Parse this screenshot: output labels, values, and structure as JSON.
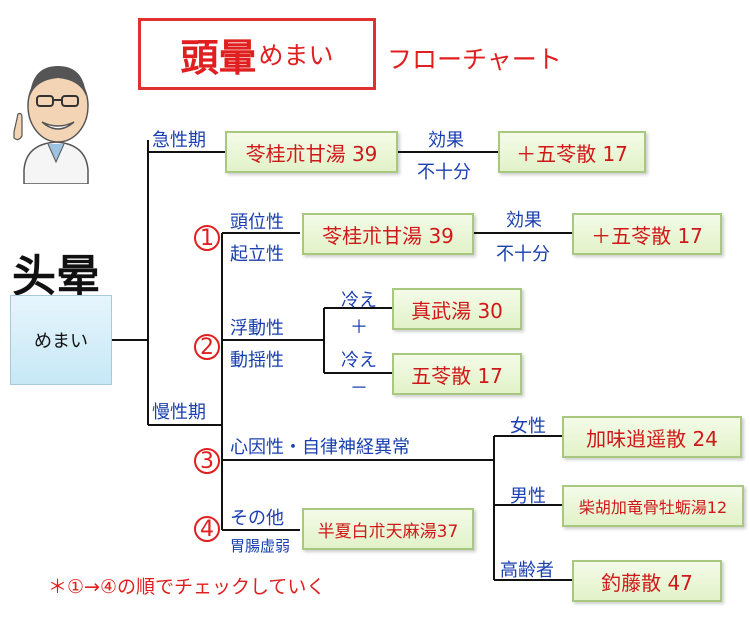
{
  "title": {
    "main": "頭暈",
    "sub": "めまい",
    "flow": "フローチャート"
  },
  "side_title": "头晕",
  "root": {
    "label": "めまい"
  },
  "branches": {
    "acute": {
      "label": "急性期",
      "box1": "苓桂朮甘湯 39",
      "effect_top": "効果",
      "effect_bottom": "不十分",
      "box2": "＋五苓散 17"
    },
    "chronic": {
      "label": "慢性期"
    }
  },
  "items": {
    "i1": {
      "num": "1",
      "label_top": "頭位性",
      "label_bottom": "起立性",
      "box1": "苓桂朮甘湯 39",
      "effect_top": "効果",
      "effect_bottom": "不十分",
      "box2": "＋五苓散 17"
    },
    "i2": {
      "num": "2",
      "label_top": "浮動性",
      "label_bottom": "動揺性",
      "upper_top": "冷え",
      "upper_bottom": "＋",
      "upper_box": "真武湯 30",
      "lower_top": "冷え",
      "lower_bottom": "－",
      "lower_box": "五苓散 17"
    },
    "i3": {
      "num": "3",
      "label": "心因性・自律神経異常",
      "female_label": "女性",
      "female_box": "加味逍遥散 24",
      "male_label": "男性",
      "male_box": "柴胡加竜骨牡蛎湯12",
      "elderly_label": "高齢者",
      "elderly_box": "釣藤散 47"
    },
    "i4": {
      "num": "4",
      "label_top": "その他",
      "label_bottom": "胃腸虚弱",
      "box": "半夏白朮天麻湯37"
    }
  },
  "footnote": "＊①→④の順でチェックしていく",
  "colors": {
    "red": "#e02020",
    "blue": "#1a3fb0",
    "box_border": "#a8c880",
    "line": "#111111"
  }
}
